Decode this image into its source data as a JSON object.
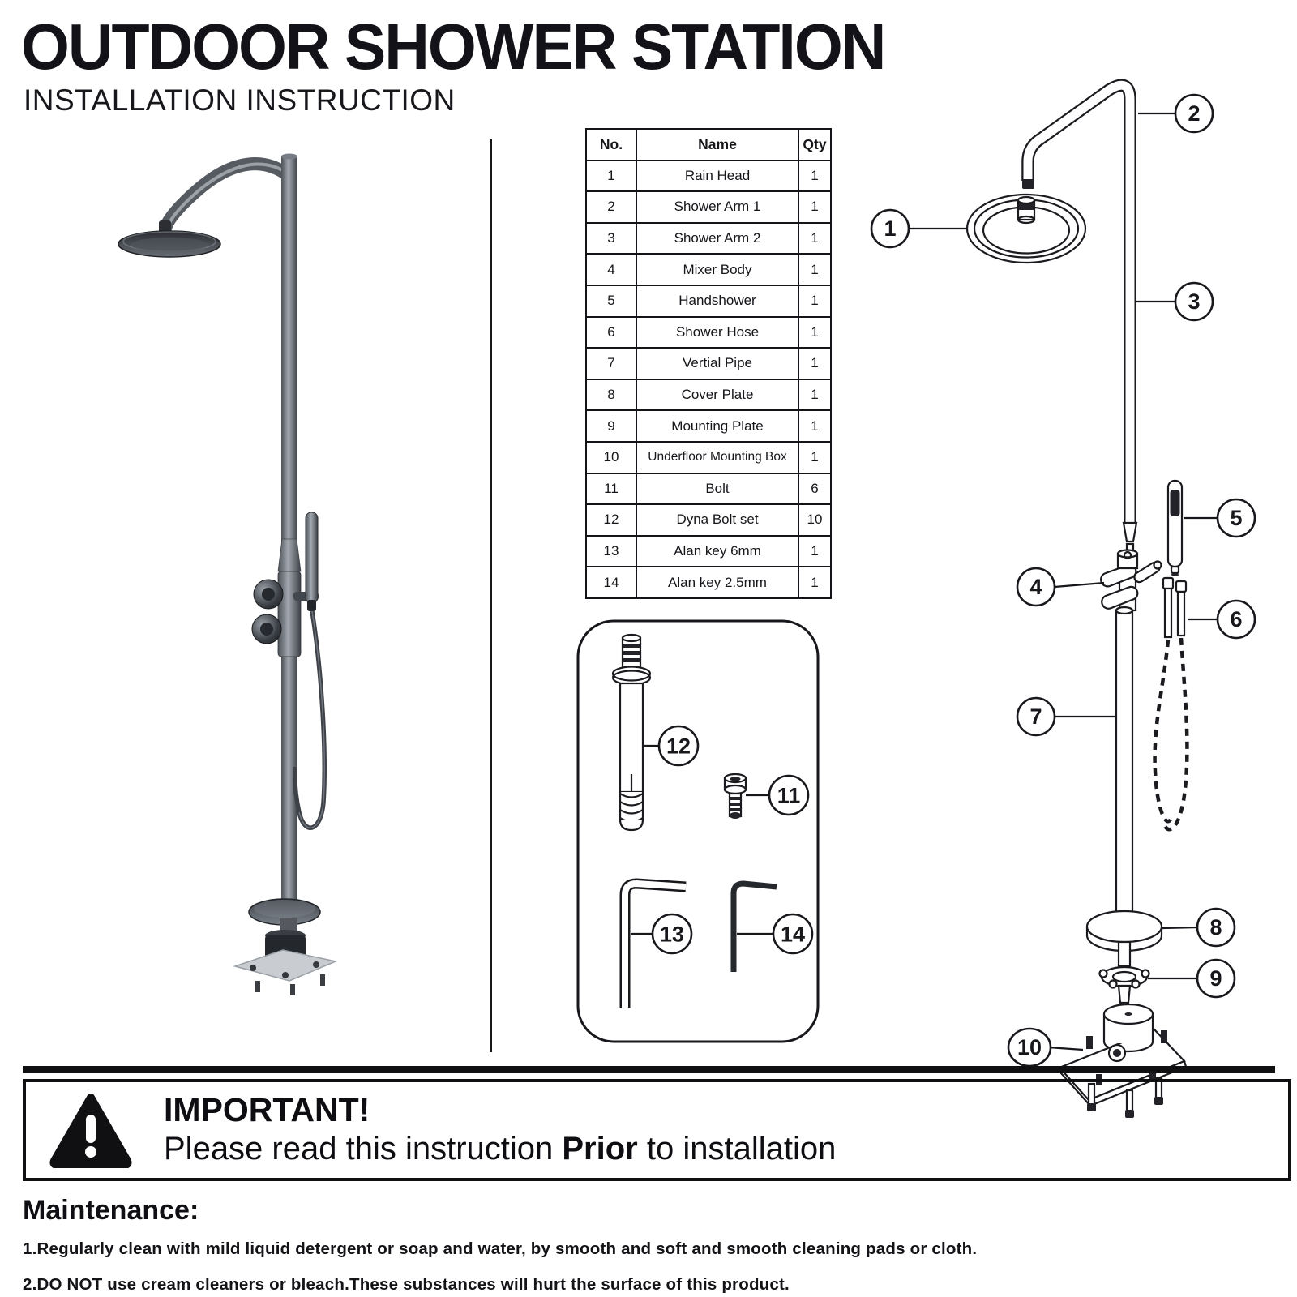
{
  "colors": {
    "ink": "#15151a",
    "paper": "#ffffff"
  },
  "header": {
    "title": "OUTDOOR SHOWER STATION",
    "subtitle": "INSTALLATION INSTRUCTION"
  },
  "parts_table": {
    "headers": {
      "no": "No.",
      "name": "Name",
      "qty": "Qty"
    },
    "rows": [
      {
        "no": "1",
        "name": "Rain Head",
        "qty": "1"
      },
      {
        "no": "2",
        "name": "Shower Arm 1",
        "qty": "1"
      },
      {
        "no": "3",
        "name": "Shower Arm 2",
        "qty": "1"
      },
      {
        "no": "4",
        "name": "Mixer Body",
        "qty": "1"
      },
      {
        "no": "5",
        "name": "Handshower",
        "qty": "1"
      },
      {
        "no": "6",
        "name": "Shower Hose",
        "qty": "1"
      },
      {
        "no": "7",
        "name": "Vertial Pipe",
        "qty": "1"
      },
      {
        "no": "8",
        "name": "Cover Plate",
        "qty": "1"
      },
      {
        "no": "9",
        "name": "Mounting Plate",
        "qty": "1"
      },
      {
        "no": "10",
        "name": "Underfloor Mounting Box",
        "qty": "1"
      },
      {
        "no": "11",
        "name": "Bolt",
        "qty": "6"
      },
      {
        "no": "12",
        "name": "Dyna Bolt set",
        "qty": "10"
      },
      {
        "no": "13",
        "name": "Alan key 6mm",
        "qty": "1"
      },
      {
        "no": "14",
        "name": "Alan key 2.5mm",
        "qty": "1"
      }
    ]
  },
  "diagram": {
    "callouts": [
      "1",
      "2",
      "3",
      "4",
      "5",
      "6",
      "7",
      "8",
      "9",
      "10"
    ]
  },
  "tools_box": {
    "callouts": {
      "dyna_bolt_set": "12",
      "bolt": "11",
      "alan_key_6mm": "13",
      "alan_key_2_5mm": "14"
    }
  },
  "warning": {
    "icon": "warning-triangle-icon",
    "heading": "IMPORTANT!",
    "line_prefix": "Please read this instruction ",
    "line_bold": "Prior",
    "line_suffix": " to installation"
  },
  "maintenance": {
    "heading": "Maintenance:",
    "items": [
      "1.Regularly clean with mild liquid detergent or soap and water, by smooth and soft and smooth cleaning pads or cloth.",
      "2.DO NOT use cream cleaners or bleach.These substances will hurt the surface of this product."
    ]
  }
}
